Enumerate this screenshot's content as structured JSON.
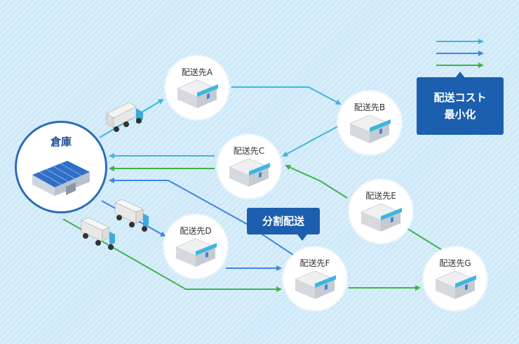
{
  "warehouse": {
    "label": "倉庫",
    "icon": "warehouse-icon"
  },
  "nodes": {
    "A": {
      "label": "配送先A"
    },
    "B": {
      "label": "配送先B"
    },
    "C": {
      "label": "配送先C"
    },
    "D": {
      "label": "配送先D"
    },
    "E": {
      "label": "配送先E"
    },
    "F": {
      "label": "配送先F"
    },
    "G": {
      "label": "配送先G"
    }
  },
  "callout": {
    "label": "分割配送"
  },
  "legend": {
    "line1": "配送コスト",
    "line2": "最小化"
  },
  "colors": {
    "route_cyan": "#3fb6e0",
    "route_blue": "#3d86e6",
    "route_green": "#3fb34a",
    "box_blue": "#1c5fae"
  }
}
